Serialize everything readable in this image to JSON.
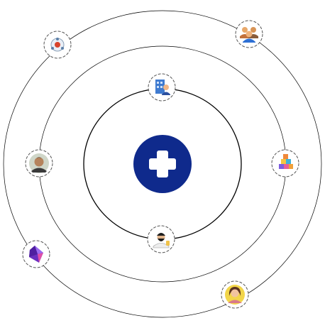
{
  "diagram": {
    "center_icon": "plus-icon",
    "center_color": "#0f2a8c",
    "orbit_color": "#000000",
    "node_border_color": "#555555"
  },
  "nodes": [
    {
      "name": "network-icon",
      "ring": "outer"
    },
    {
      "name": "users-group-icon",
      "ring": "outer"
    },
    {
      "name": "building-user-icon",
      "ring": "inner"
    },
    {
      "name": "man-avatar-icon",
      "ring": "middle"
    },
    {
      "name": "blocks-icon",
      "ring": "middle"
    },
    {
      "name": "bearded-man-avatar-icon",
      "ring": "inner"
    },
    {
      "name": "purple-gem-icon",
      "ring": "outer"
    },
    {
      "name": "woman-avatar-icon",
      "ring": "outer"
    }
  ]
}
